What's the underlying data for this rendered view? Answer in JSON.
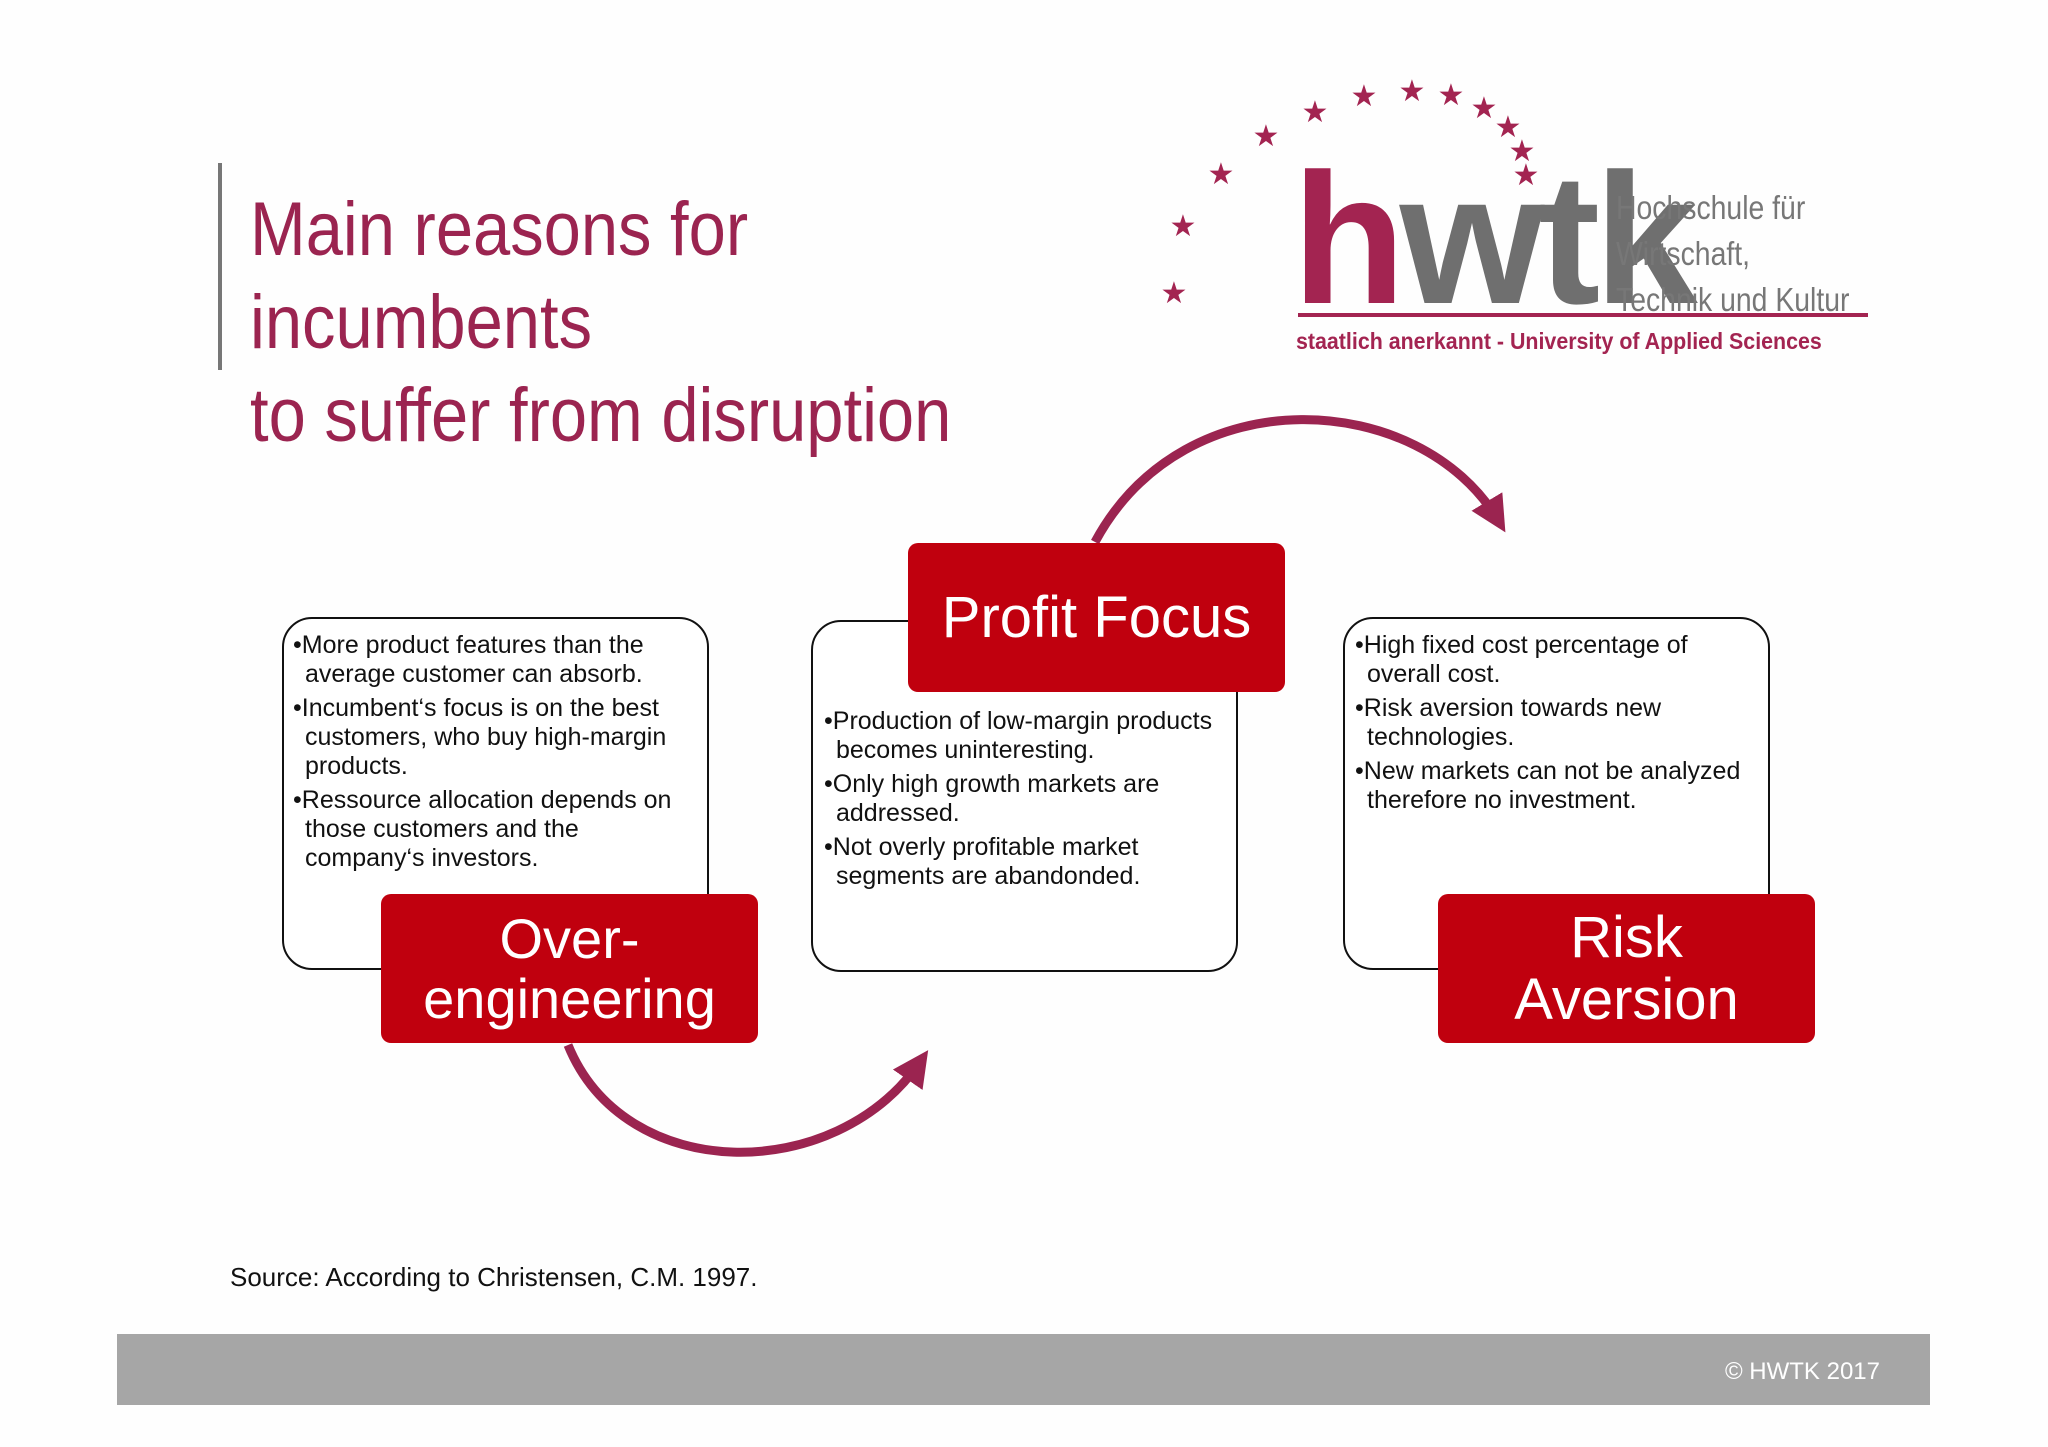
{
  "title": {
    "line1": "Main reasons for incumbents",
    "line2": "to suffer from disruption"
  },
  "logo": {
    "word_h": "h",
    "word_wtk": "wtk",
    "name_line1": "Hochschule für",
    "name_line2": "Wirtschaft,",
    "name_line3": "Technik und Kultur",
    "tagline": "staatlich anerkannt - University of Applied Sciences"
  },
  "colors": {
    "title": "#9b2450",
    "label_fill": "#c0000e",
    "arrow": "#9b2450",
    "footer": "#a6a6a6"
  },
  "boxes": [
    {
      "label_line1": "Over-",
      "label_line2": "engineering",
      "bullets": [
        "More product features than the average customer can absorb.",
        "Incumbent‘s focus is on the best customers, who buy high-margin products.",
        "Ressource allocation depends on those customers and the company‘s investors."
      ]
    },
    {
      "label_line1": "Profit Focus",
      "bullets": [
        "Production of low-margin products becomes uninteresting.",
        "Only high growth markets are addressed.",
        "Not overly profitable market segments are abandonded."
      ]
    },
    {
      "label_line1": "Risk",
      "label_line2": "Aversion",
      "bullets": [
        "High fixed cost percentage of overall cost.",
        "Risk aversion towards new technologies.",
        "New markets can not be analyzed therefore no investment."
      ]
    }
  ],
  "source": "Source: According to Christensen, C.M. 1997.",
  "footer": {
    "copyright": "© HWTK 2017"
  }
}
